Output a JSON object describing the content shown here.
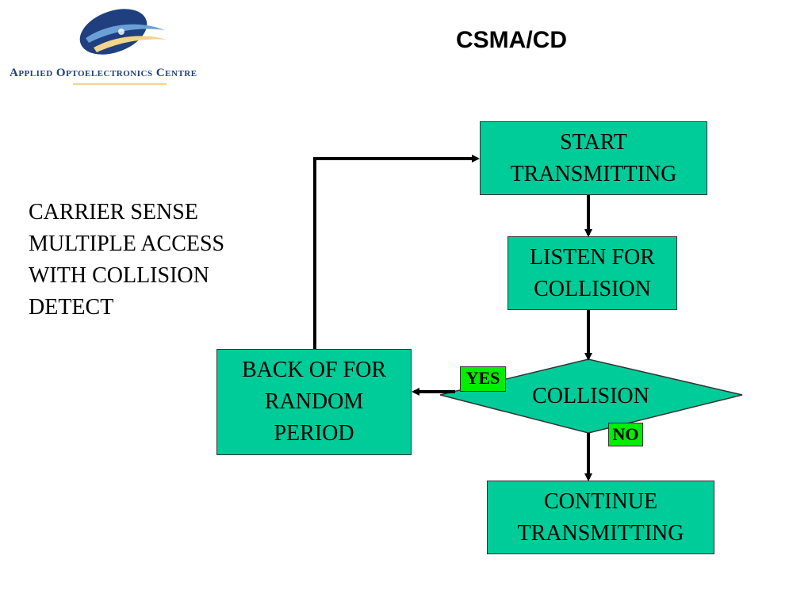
{
  "logo": {
    "org_name": "Applied Optoelectronics Centre",
    "colors": {
      "swoosh_dark": "#1f3f7f",
      "swoosh_light": "#6aa0d6",
      "accent": "#f2d48a"
    }
  },
  "title": "CSMA/CD",
  "description": {
    "lines": [
      "CARRIER SENSE",
      "MULTIPLE ACCESS",
      "WITH COLLISION",
      "DETECT"
    ]
  },
  "flowchart": {
    "box_color": "#00cc99",
    "tag_color": "#00ee00",
    "start": {
      "lines": [
        "START",
        "TRANSMITTING"
      ]
    },
    "listen": {
      "lines": [
        "LISTEN FOR",
        "COLLISION"
      ]
    },
    "decision": {
      "label": "COLLISION",
      "yes_label": "YES",
      "no_label": "NO"
    },
    "backoff": {
      "lines": [
        "BACK OF FOR",
        "RANDOM",
        "PERIOD"
      ]
    },
    "continue": {
      "lines": [
        "CONTINUE",
        "TRANSMITTING"
      ]
    }
  }
}
